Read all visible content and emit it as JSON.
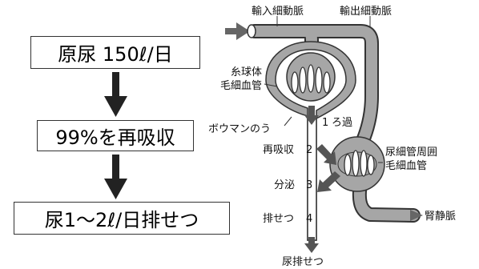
{
  "flow": {
    "step1": "原尿 150ℓ/日",
    "step2": "99%を再吸収",
    "step3": "尿1〜2ℓ/日排せつ"
  },
  "labels": {
    "afferent": "輸入細動脈",
    "efferent": "輸出細動脈",
    "glomerulus_1": "糸球体",
    "glomerulus_2": "毛細血管",
    "bowman": "ボウマンのう",
    "peritubular_1": "尿細管周囲",
    "peritubular_2": "毛細血管",
    "vein": "腎静脈",
    "urine": "尿排せつ"
  },
  "steps": {
    "s1_num": "1",
    "s1_text": "ろ過",
    "s2_text": "再吸収",
    "s2_num": "2",
    "s3_text": "分泌",
    "s3_num": "3",
    "s4_text": "排せつ",
    "s4_num": "4"
  },
  "colors": {
    "vessel": "#a6a6a6",
    "vessel_outline": "#333333",
    "arrow_dark": "#222222",
    "arrow_gray": "#666666"
  }
}
